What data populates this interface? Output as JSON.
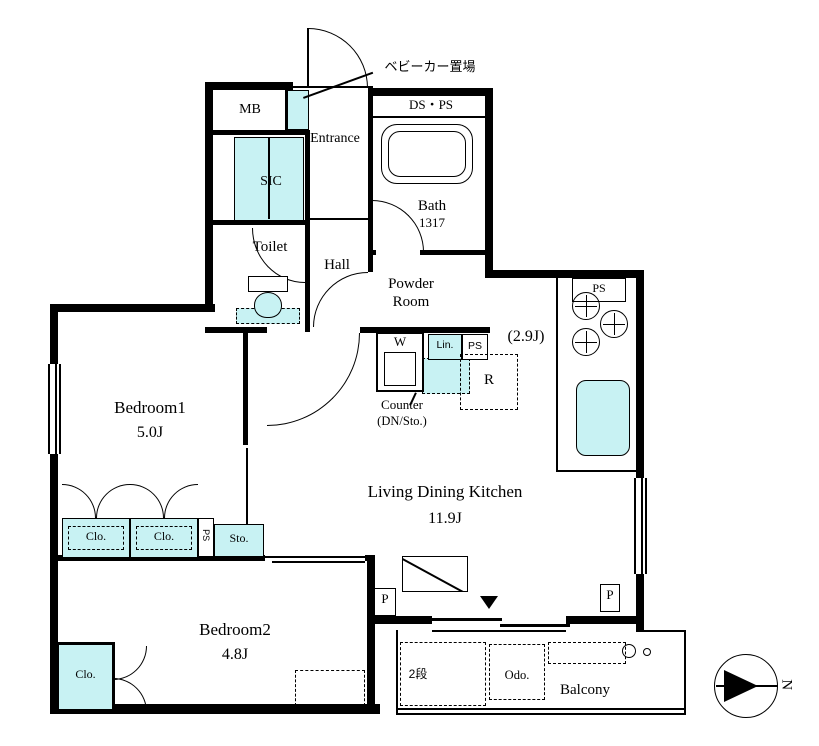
{
  "floorplan": {
    "rooms": {
      "mb": "MB",
      "entrance": "Entrance",
      "sic": "SIC",
      "toilet": "Toilet",
      "hall": "Hall",
      "bath": "Bath",
      "bath_size": "1317",
      "powder_line1": "Powder",
      "powder_line2": "Room",
      "kitchen_size": "(2.9J)",
      "bedroom1": "Bedroom1",
      "bedroom1_size": "5.0J",
      "ldk": "Living Dining Kitchen",
      "ldk_size": "11.9J",
      "bedroom2": "Bedroom2",
      "bedroom2_size": "4.8J",
      "balcony": "Balcony"
    },
    "annotations": {
      "stroller": "ベビーカー置場",
      "ds_ps": "DS・PS",
      "north": "N"
    },
    "fixtures": {
      "washer": "W",
      "linen": "Lin.",
      "ps": "PS",
      "fridge": "R",
      "counter_line1": "Counter",
      "counter_line2": "(DN/Sto.)",
      "closet": "Clo.",
      "storage": "Sto.",
      "pillar": "P",
      "shelf": "2段",
      "odo": "Odo."
    },
    "colors": {
      "highlight": "#c8f2f3",
      "wall": "#000000"
    }
  }
}
